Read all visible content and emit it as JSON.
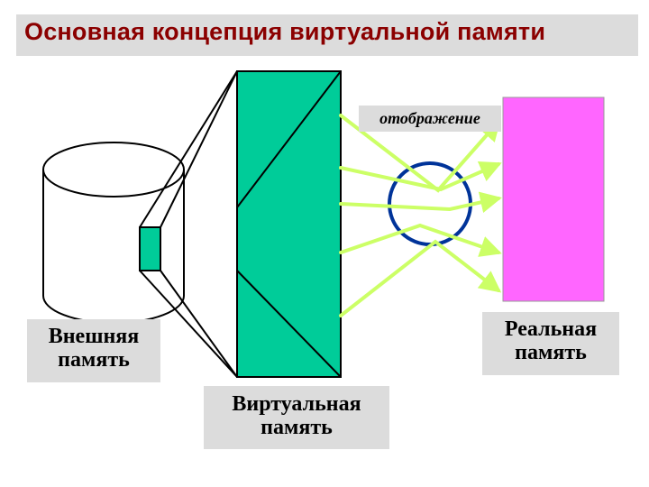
{
  "title": "Основная концепция виртуальной памяти",
  "labels": {
    "external_memory": [
      "Внешняя",
      "память"
    ],
    "virtual_memory": [
      "Виртуальная",
      "память"
    ],
    "real_memory": [
      "Реальная",
      "память"
    ],
    "mapping": "отображение"
  },
  "colors": {
    "title_text": "#8b0000",
    "label_background": "#dcdcdc",
    "virtual_memory_fill": "#00cc99",
    "real_memory_fill": "#ff66ff",
    "mapping_arrows": "#ccff66",
    "mapping_circle": "#003399"
  }
}
